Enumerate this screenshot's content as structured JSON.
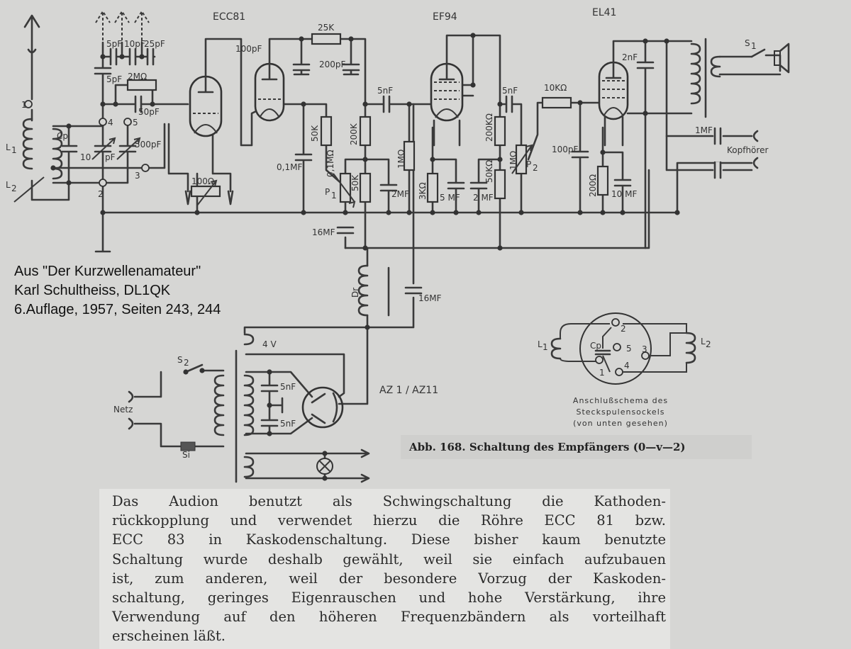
{
  "tubes": {
    "t1": "ECC81",
    "t2": "EF94",
    "t3": "EL41",
    "rect": "AZ 1 / AZ11"
  },
  "components": {
    "c_ant1": "5pF",
    "c_ant2": "10pF",
    "c_ant3": "25pF",
    "c_coup": "5pF",
    "r_grid": "2MΩ",
    "c_grid": "50pF",
    "cp": "Cp",
    "c_var1a": "10",
    "c_var1b": "pF",
    "c_var2": "500pF",
    "r_cath": "100Ω",
    "c_100p": "100pF",
    "r_25k": "25K",
    "c_200p": "200pF",
    "c_5n1": "5nF",
    "r_50k1": "50K",
    "c_01": "0,1MF",
    "r_200k": "200K",
    "p1_val": "0,1MΩ",
    "p1": "P",
    "p1_sub": "1",
    "r_50k2": "50K",
    "c_2mf1": "2MF",
    "r_1m": "1MΩ",
    "r_3k": "3KΩ",
    "c_5mf": "5 MF",
    "c_2mf2": "2 MF",
    "r_200k2": "200KΩ",
    "r_50k3": "50KΩ",
    "c_5n2": "5nF",
    "p2_val": "1MΩ",
    "p2": "P",
    "p2_sub": "2",
    "r_10k": "10KΩ",
    "c_100p2": "100pF",
    "r_200": "200Ω",
    "c_10mf": "10 MF",
    "c_2n": "2nF",
    "c_1mf": "1MF",
    "s1": "S",
    "s1_sub": "1",
    "headphones": "Kopfhörer",
    "c_16mf1": "16MF",
    "c_16mf2": "16MF",
    "choke": "Dr",
    "v4": "4 V",
    "c_5n3": "5nF",
    "c_5n4": "5nF",
    "s2": "S",
    "s2_sub": "2",
    "mains": "Netz",
    "fuse": "Si"
  },
  "terminals": {
    "n1": "1",
    "n2": "2",
    "n3": "3",
    "n4": "4",
    "n5": "5"
  },
  "coils": {
    "l1": "L",
    "l1_sub": "1",
    "l2": "L",
    "l2_sub": "2"
  },
  "socket": {
    "l1": "L",
    "l1_sub": "1",
    "l2": "L",
    "l2_sub": "2",
    "cp": "Cp",
    "pins": [
      "1",
      "2",
      "3",
      "4",
      "5"
    ],
    "caption": [
      "Anschlußschema des",
      "Steckspulensockels",
      "(von unten gesehen)"
    ]
  },
  "citation": [
    "Aus \"Der Kurzwellenamateur\"",
    "Karl Schultheiss, DL1QK",
    "6.Auflage, 1957, Seiten 243, 244"
  ],
  "figure_caption": "Abb. 168. Schaltung des Empfängers (0—v—2)",
  "paragraph": [
    "Das Audion benutzt als Schwingschaltung die Kathoden-",
    "rückkopplung und verwendet hierzu die Röhre ECC 81 bzw.",
    "ECC 83 in Kaskodenschaltung. Diese bisher kaum benutzte",
    "Schaltung wurde deshalb gewählt, weil sie einfach aufzubauen",
    "ist, zum anderen, weil der besondere Vorzug der Kaskoden-",
    "schaltung, geringes Eigenrauschen und hohe Verstärkung, ihre",
    "Verwendung auf den höheren Frequenzbändern als vorteilhaft",
    "erscheinen läßt."
  ]
}
